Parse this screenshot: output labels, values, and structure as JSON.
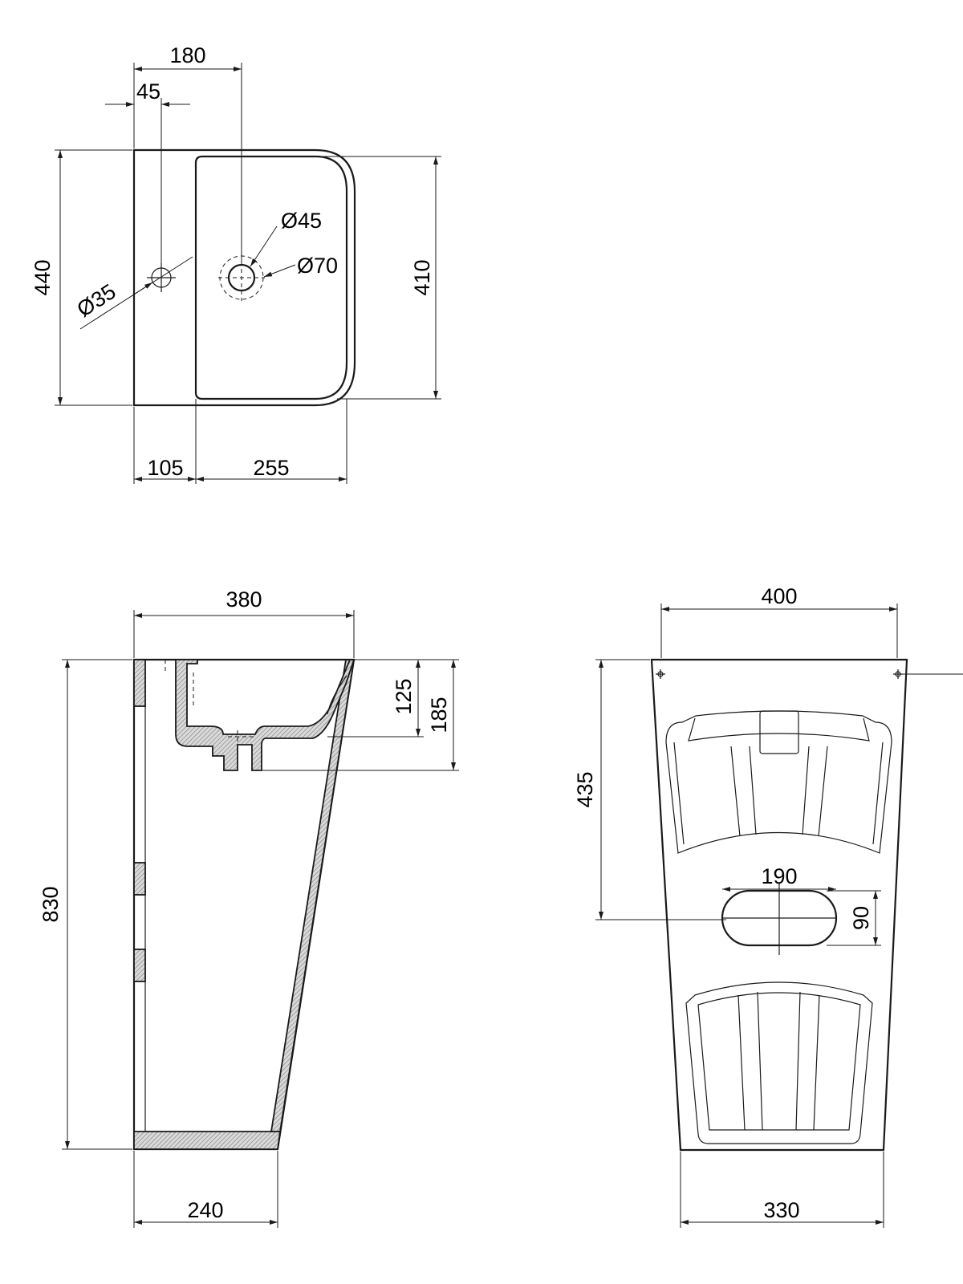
{
  "top_view": {
    "overall_width": "180",
    "tap_offset": "45",
    "depth_outer": "440",
    "depth_inner": "410",
    "tap_hole": "Ø35",
    "drain_inner": "Ø45",
    "drain_outer": "Ø70",
    "deck_width": "105",
    "bowl_width": "255"
  },
  "side_view": {
    "top_width": "380",
    "height": "830",
    "bowl_depth": "125",
    "drain_depth": "185",
    "base_width": "240"
  },
  "front_view": {
    "top_width": "400",
    "mount_height": "435",
    "opening_width": "190",
    "opening_height": "90",
    "base_width": "330"
  }
}
